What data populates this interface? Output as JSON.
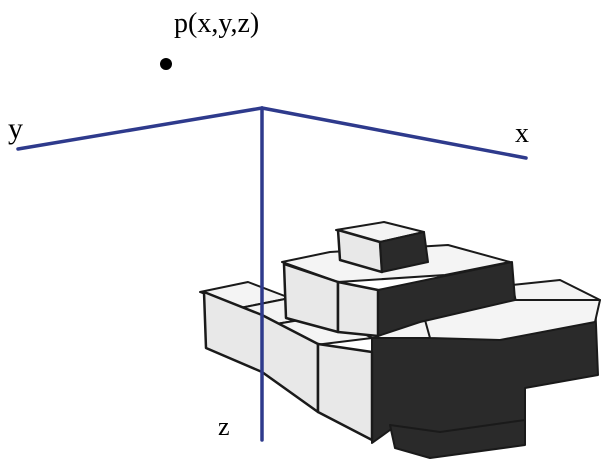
{
  "labels": {
    "point": "p(x,y,z)",
    "x_axis": "x",
    "y_axis": "y",
    "z_axis": "z"
  },
  "colors": {
    "axis": "#2e3a8c",
    "point": "#000000",
    "block_top": "#f4f4f4",
    "block_front": "#e8e8e8",
    "block_side": "#2a2a2a",
    "block_edge": "#1a1a1a"
  }
}
